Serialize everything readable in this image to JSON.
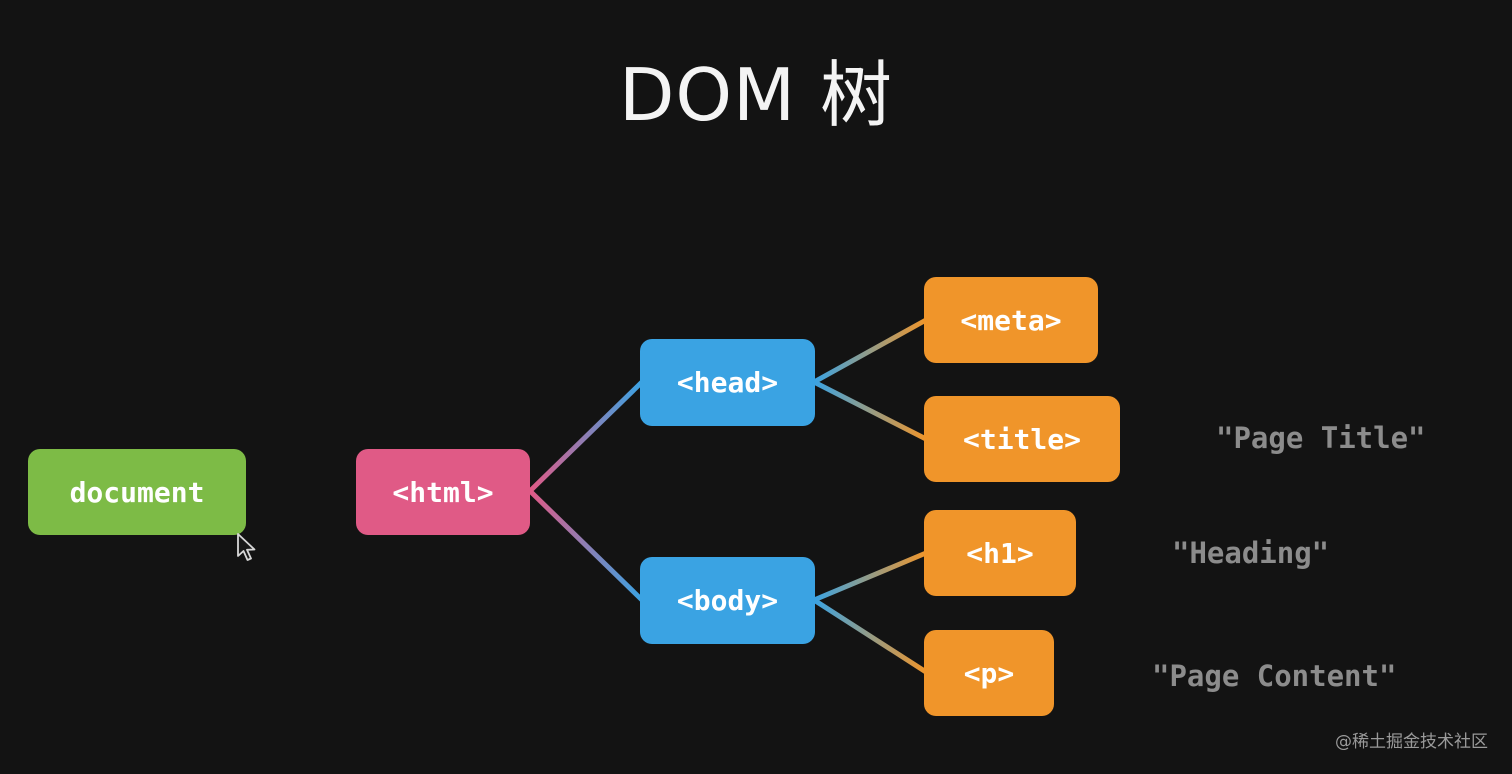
{
  "title": "DOM 树",
  "watermark": "@稀土掘金技术社区",
  "colors": {
    "background": "#131313",
    "document": "#7dbb46",
    "html": "#e05a86",
    "head_body": "#3aa3e3",
    "leaf": "#f0952a",
    "text_node": "#8c8c8c"
  },
  "nodes": {
    "document": "document",
    "html": "<html>",
    "head": "<head>",
    "body": "<body>",
    "meta": "<meta>",
    "title": "<title>",
    "h1": "<h1>",
    "p": "<p>"
  },
  "text_nodes": {
    "title_text": "\"Page Title\"",
    "heading_text": "\"Heading\"",
    "content_text": "\"Page Content\""
  },
  "icons": {
    "cursor": "mouse-pointer-icon"
  }
}
